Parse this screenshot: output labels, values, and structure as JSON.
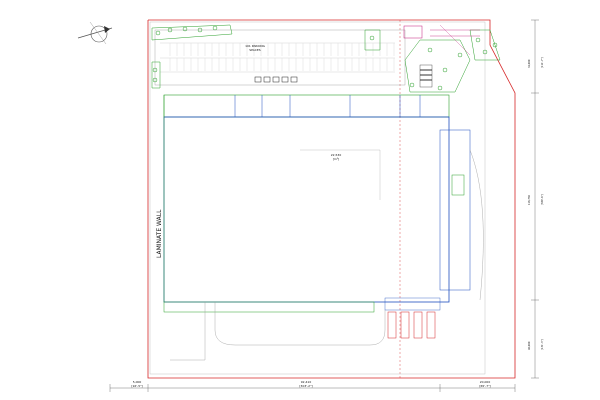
{
  "plan": {
    "parking_label_line1": "101 PARKING",
    "parking_label_line2": "SPACES",
    "wall_label": "LAMINATE WALL",
    "building_area_value": "22,530",
    "building_area_unit": "[m²]",
    "dim_left_metric": "5,000",
    "dim_left_imperial": "[16'-5\"]",
    "dim_bottom_metric": "92,410",
    "dim_bottom_imperial": "[303'-2\"]",
    "dim_right_metric": "20,000",
    "dim_right_imperial": "[65'-7\"]",
    "dim_top_right_metric": "34,000",
    "dim_top_right_imperial": "[111'-7\"]",
    "dim_mid_right_metric": "118,730",
    "dim_mid_right_imperial": "[389'-6\"]",
    "dim_low_right_metric": "40,000",
    "dim_low_right_imperial": "[131'-3\"]",
    "colors": {
      "property_line": "#d62728",
      "building_outline": "#1f4fbf",
      "landscape": "#2ca02c",
      "line_gray": "#9a9a9a",
      "accent_magenta": "#c2187a"
    }
  }
}
